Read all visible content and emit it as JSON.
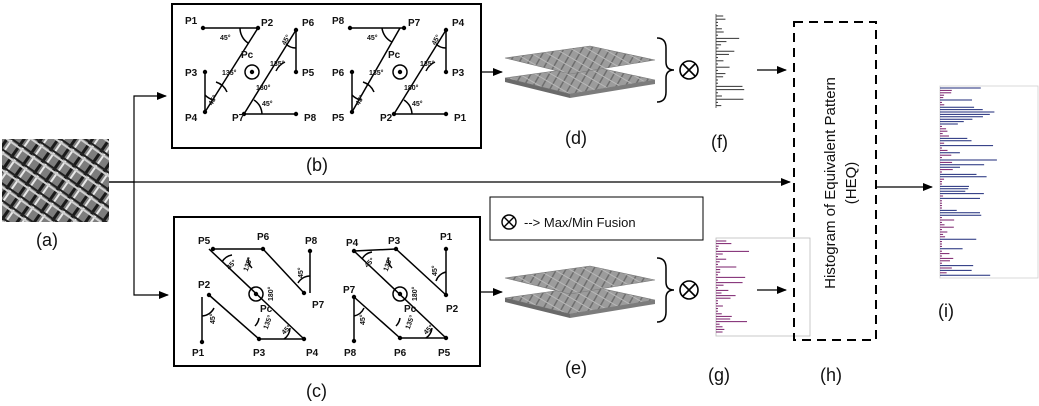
{
  "panels": {
    "a": "(a)",
    "b": "(b)",
    "c": "(c)",
    "d": "(d)",
    "e": "(e)",
    "f": "(f)",
    "g": "(g)",
    "h": "(h)",
    "i": "(i)"
  },
  "fusion_legend": "--> Max/Min Fusion",
  "heq_title": "Histogram of Equivalent Pattern",
  "heq_abbrev": "(HEQ)",
  "pattern_b1": {
    "p1": "P1",
    "p2": "P2",
    "p3": "P3",
    "p4": "P4",
    "p5": "P5",
    "p6": "P6",
    "p7": "P7",
    "p8": "P8",
    "pc": "Pc",
    "a45a": "45°",
    "a45b": "45°",
    "a45c": "45°",
    "a45d": "45°",
    "a135a": "135°",
    "a135b": "135°",
    "a180": "180°"
  },
  "pattern_b2": {
    "p1": "P1",
    "p2": "P2",
    "p3": "P3",
    "p4": "P4",
    "p5": "P5",
    "p6": "P6",
    "p7": "P7",
    "p8": "P8",
    "pc": "Pc",
    "a45a": "45°",
    "a45b": "45°",
    "a45c": "45°",
    "a45d": "45°",
    "a135a": "135°",
    "a135b": "135°",
    "a180": "180°"
  },
  "pattern_c1": {
    "p1": "P1",
    "p2": "P2",
    "p3": "P3",
    "p4": "P4",
    "p5": "P5",
    "p6": "P6",
    "p7": "P7",
    "p8": "P8",
    "pc": "Pc",
    "a45a": "45°",
    "a45b": "45°",
    "a45c": "45°",
    "a45d": "45°",
    "a135a": "135°",
    "a135b": "135°",
    "a180": "180°"
  },
  "pattern_c2": {
    "p1": "P1",
    "p2": "P2",
    "p3": "P3",
    "p4": "P4",
    "p5": "P5",
    "p6": "P6",
    "p7": "P7",
    "p8": "P8",
    "pc": "Pc",
    "a45a": "45°",
    "a45b": "45°",
    "a45c": "45°",
    "a45d": "45°",
    "a135a": "135°",
    "a135b": "135°",
    "a180": "180°"
  },
  "colors": {
    "arrow": "#000000",
    "hist_f": "#333333",
    "hist_g": "#7a1f6b",
    "hist_i_blue": "#1d2a7a",
    "hist_i_purple": "#7a1f6b",
    "fabric": "#8c8c8c",
    "slice": "#9a9a9a"
  },
  "icons": [
    "otimes-fusion-icon",
    "layered-maps-icon",
    "fabric-texture-image"
  ]
}
